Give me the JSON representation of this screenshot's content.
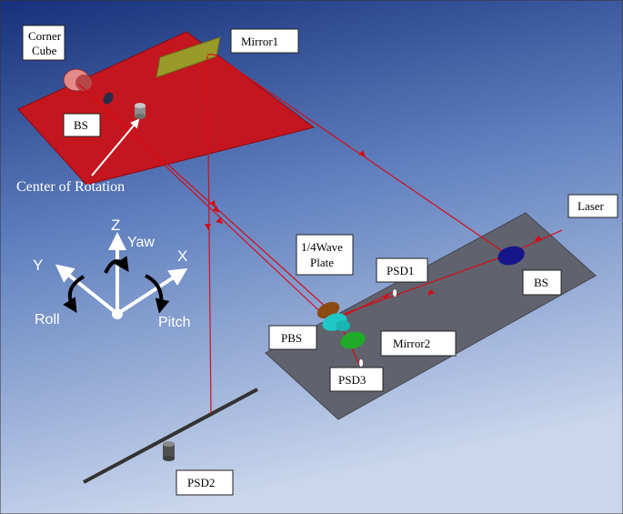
{
  "labels": {
    "corner_cube_1": "Corner",
    "corner_cube_2": "Cube",
    "mirror1": "Mirror1",
    "bs_top": "BS",
    "center_of_rotation": "Center of Rotation",
    "laser": "Laser",
    "quarter_wave_1": "1/4Wave",
    "quarter_wave_2": "Plate",
    "psd1": "PSD1",
    "bs_right": "BS",
    "pbs": "PBS",
    "mirror2": "Mirror2",
    "psd3": "PSD3",
    "psd2": "PSD2"
  },
  "axes": {
    "z": "Z",
    "y": "Y",
    "x": "X",
    "yaw": "Yaw",
    "roll": "Roll",
    "pitch": "Pitch"
  },
  "colors": {
    "background_top": "#17307a",
    "background_bottom": "#c9d6ec",
    "red_plate": "#c4161f",
    "gray_plate": "#60626d",
    "beam": "#d40d18",
    "mirror1": "#9a9a2a",
    "bs_right": "#16168a",
    "pbs_cube": "#1ec8c8",
    "mirror2": "#1faa28",
    "quarter_wave": "#8b4a10"
  }
}
